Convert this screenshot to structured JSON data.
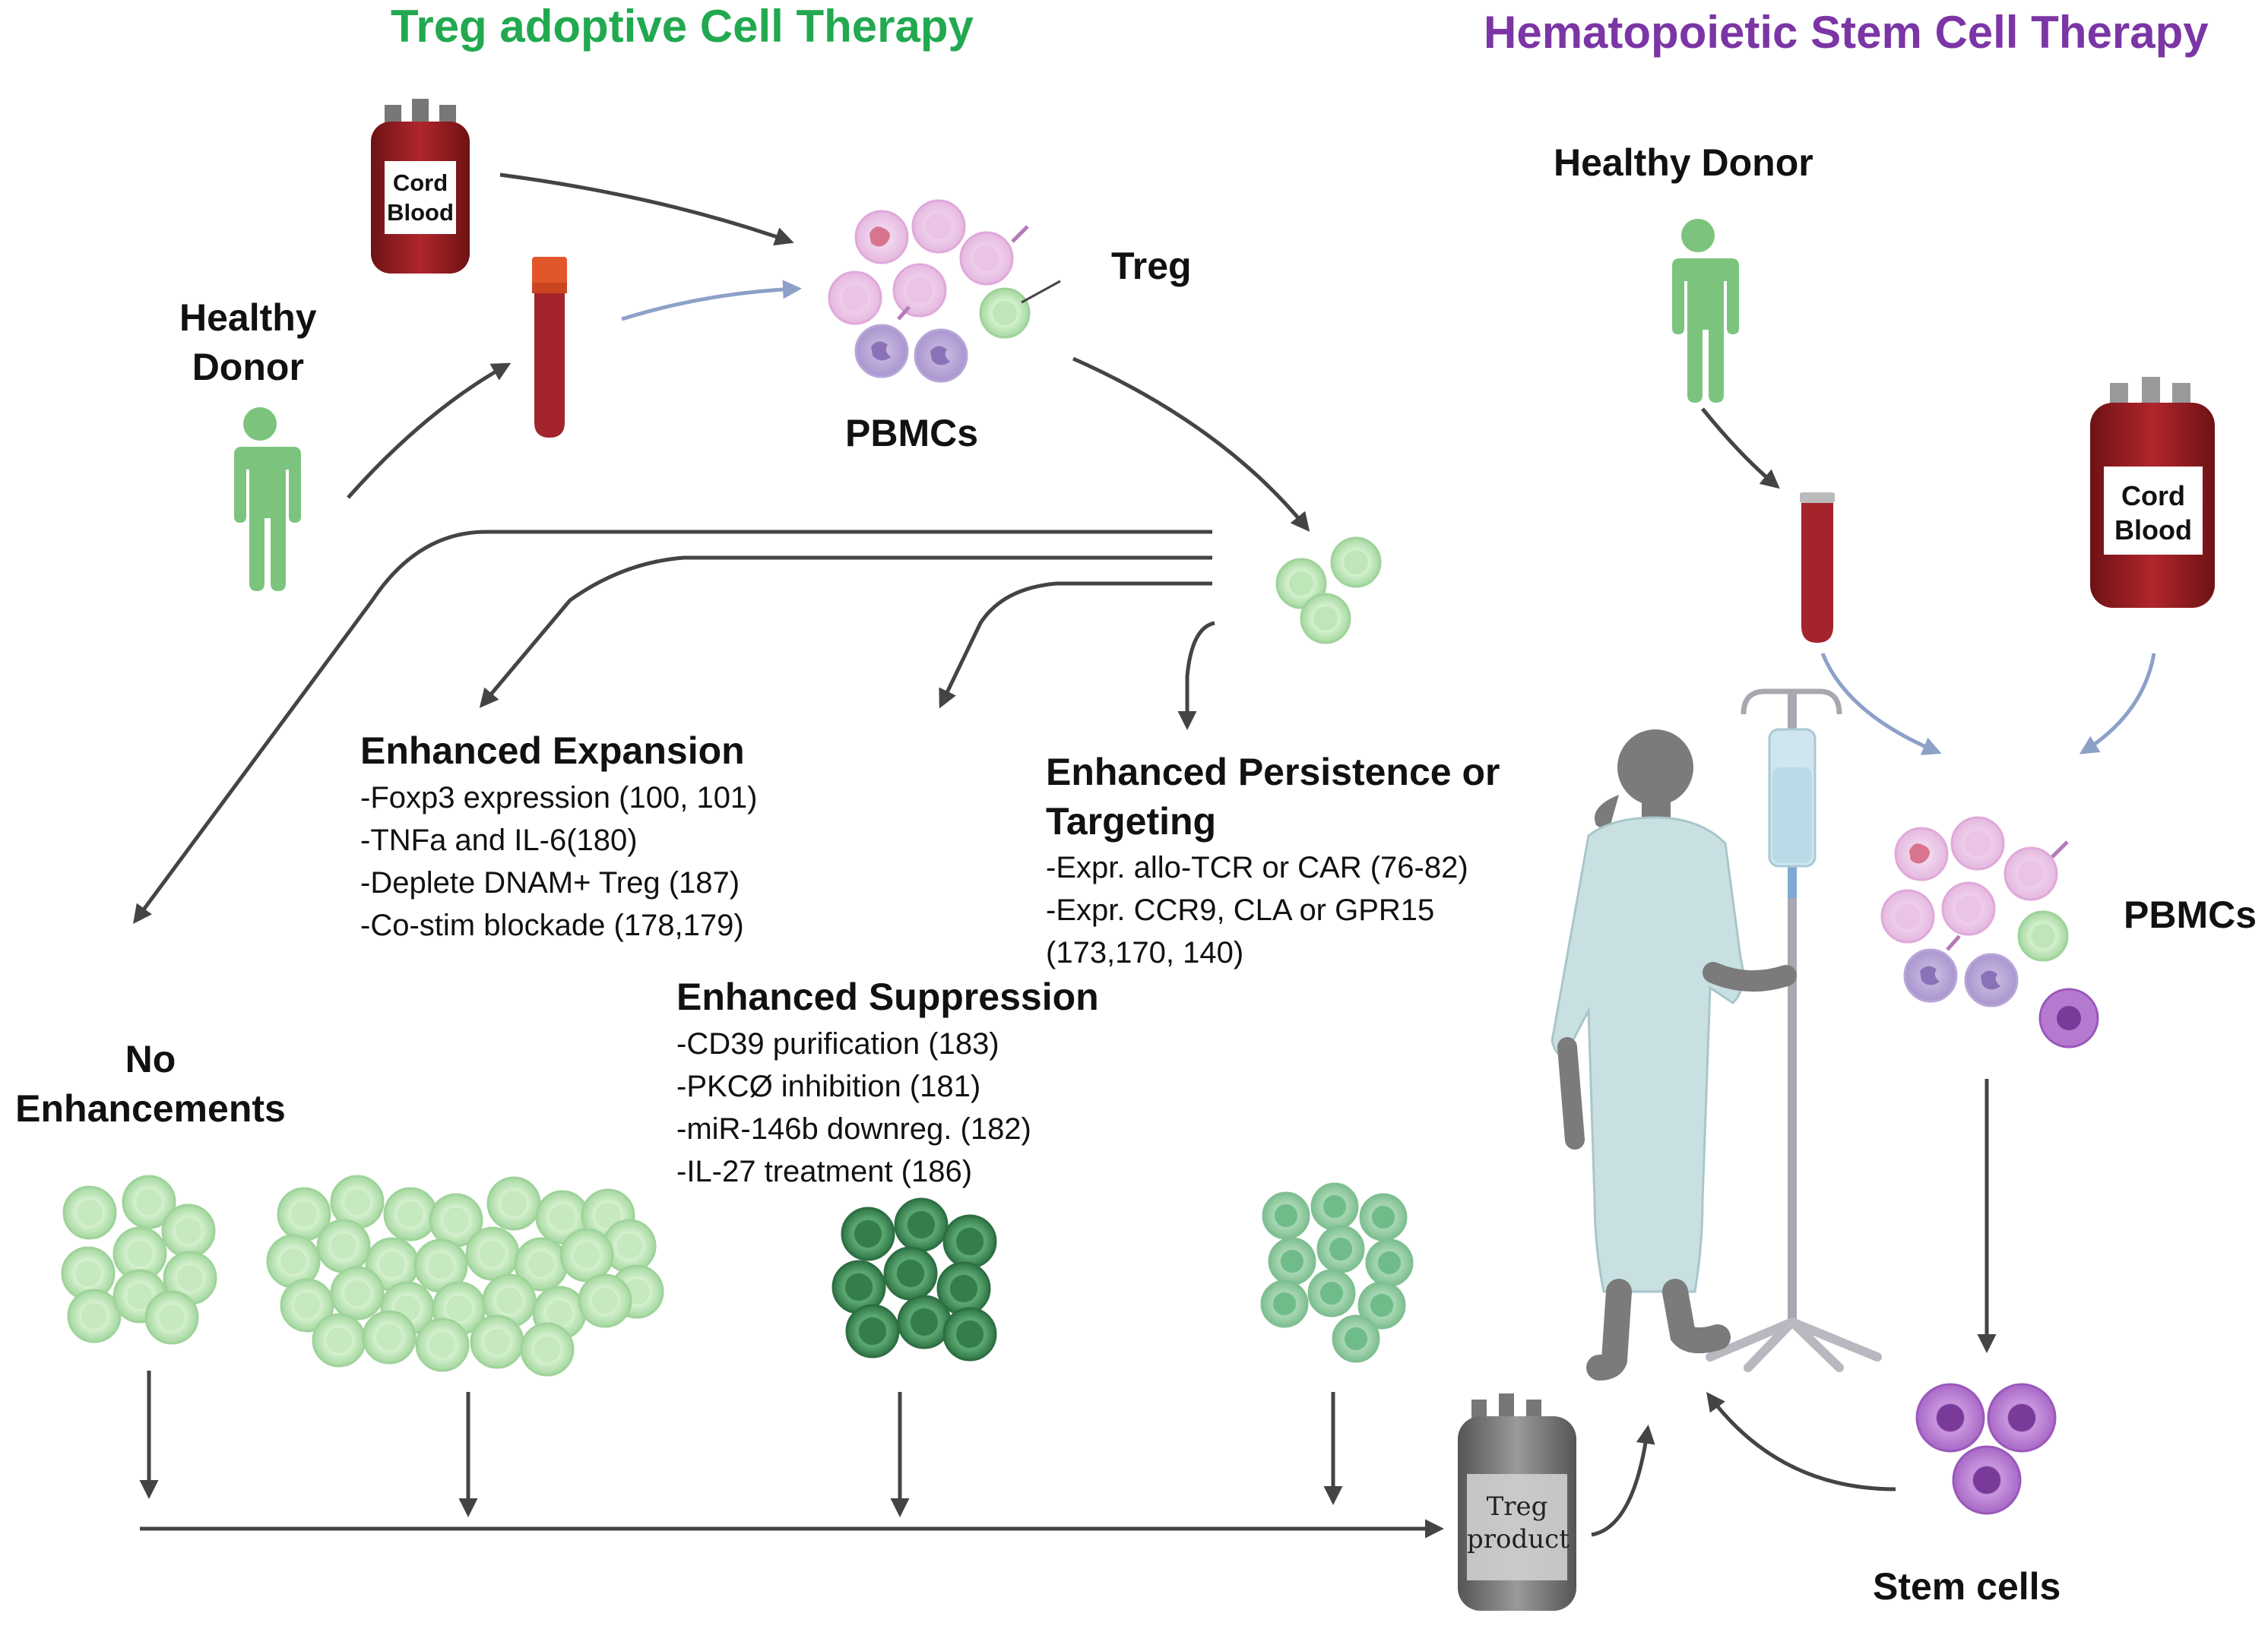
{
  "titles": {
    "left": "Treg adoptive Cell Therapy",
    "right": "Hematopoietic Stem Cell Therapy",
    "left_color": "#22a950",
    "right_color": "#7b35a5"
  },
  "left_panel": {
    "cord_blood": [
      "Cord",
      "Blood"
    ],
    "healthy_donor": [
      "Healthy",
      "Donor"
    ],
    "treg_label": "Treg",
    "pbmcs_label": "PBMCs",
    "no_enhancements": [
      "No",
      "Enhancements"
    ],
    "treg_product": [
      "Treg",
      "product"
    ]
  },
  "enhancements": {
    "expansion": {
      "title": "Enhanced Expansion",
      "items": [
        "-Foxp3 expression (100, 101)",
        "-TNFa and IL-6(180)",
        "-Deplete DNAM+ Treg (187)",
        "-Co-stim blockade (178,179)"
      ]
    },
    "persistence": {
      "title": [
        "Enhanced Persistence or",
        "Targeting"
      ],
      "items": [
        "-Expr. allo-TCR or CAR (76-82)",
        "-Expr. CCR9, CLA or GPR15",
        "(173,170, 140)"
      ]
    },
    "suppression": {
      "title": "Enhanced Suppression",
      "items": [
        "-CD39 purification (183)",
        "-PKCØ inhibition (181)",
        "-miR-146b downreg. (182)",
        "-IL-27 treatment (186)"
      ]
    }
  },
  "right_panel": {
    "healthy_donor": "Healthy Donor",
    "cord_blood": [
      "Cord",
      "Blood"
    ],
    "pbmcs_label": "PBMCs",
    "stem_cells_label": "Stem cells"
  },
  "colors": {
    "donor_green": "#7cc47e",
    "blood_red": "#9b1f24",
    "treg_green": "#a8dca3",
    "dark_green": "#3e8e58",
    "stem_purple": "#b57ad0",
    "patient_gray": "#7b7b7b",
    "gown": "#c9e0e3",
    "arrow": "#444444",
    "blue_arrow": "#8ca0c8"
  }
}
